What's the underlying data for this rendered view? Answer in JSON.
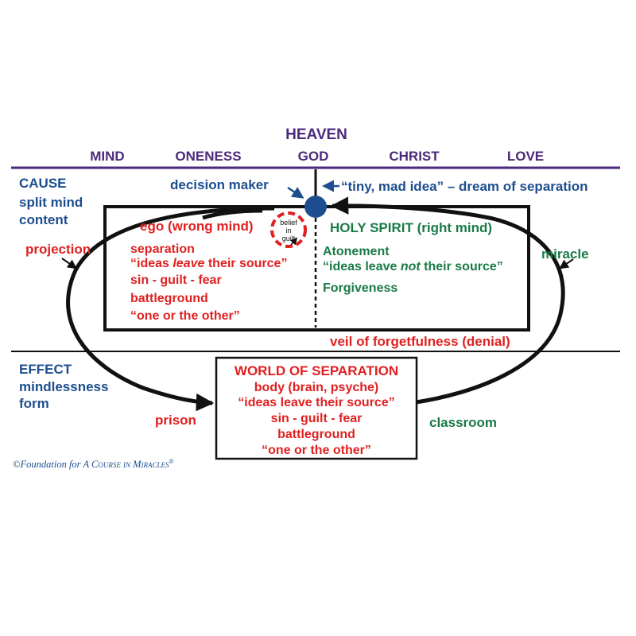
{
  "heaven": {
    "title": "HEAVEN",
    "terms": [
      "MIND",
      "ONENESS",
      "GOD",
      "CHRIST",
      "LOVE"
    ]
  },
  "cause": {
    "title": "CAUSE",
    "lines": [
      "split mind",
      "content"
    ]
  },
  "effect": {
    "title": "EFFECT",
    "lines": [
      "mindlessness",
      "form"
    ]
  },
  "decision_maker": "decision maker",
  "tiny_mad_idea": "“tiny, mad idea” – dream of separation",
  "ego": {
    "title": "ego (wrong mind)",
    "lines": [
      "separation",
      "“ideas ",
      "leave",
      " their source”",
      "sin - guilt - fear",
      "battleground",
      "“one or the other”"
    ]
  },
  "belief_in_guilt": [
    "belief",
    "in",
    "guilt"
  ],
  "holy_spirit": {
    "title": "HOLY SPIRIT (right mind)",
    "atonement": "Atonement",
    "ideas_pre": "“ideas leave ",
    "ideas_not": "not",
    "ideas_post": " their source”",
    "forgiveness": "Forgiveness"
  },
  "projection": "projection",
  "miracle": "miracle",
  "veil": "veil of forgetfulness (denial)",
  "world": {
    "title": "WORLD OF SEPARATION",
    "lines": [
      "body (brain, psyche)",
      "“ideas leave their source”",
      "sin - guilt - fear",
      "battleground",
      "“one or the other”"
    ]
  },
  "prison": "prison",
  "classroom": "classroom",
  "copyright": {
    "prefix": "©Foundation for A ",
    "name": "Course in Miracles",
    "mark": "®"
  },
  "colors": {
    "purple": "#4b2a7b",
    "blue": "#1d4e8f",
    "red": "#e02020",
    "green": "#1a7a46",
    "black": "#111111"
  }
}
